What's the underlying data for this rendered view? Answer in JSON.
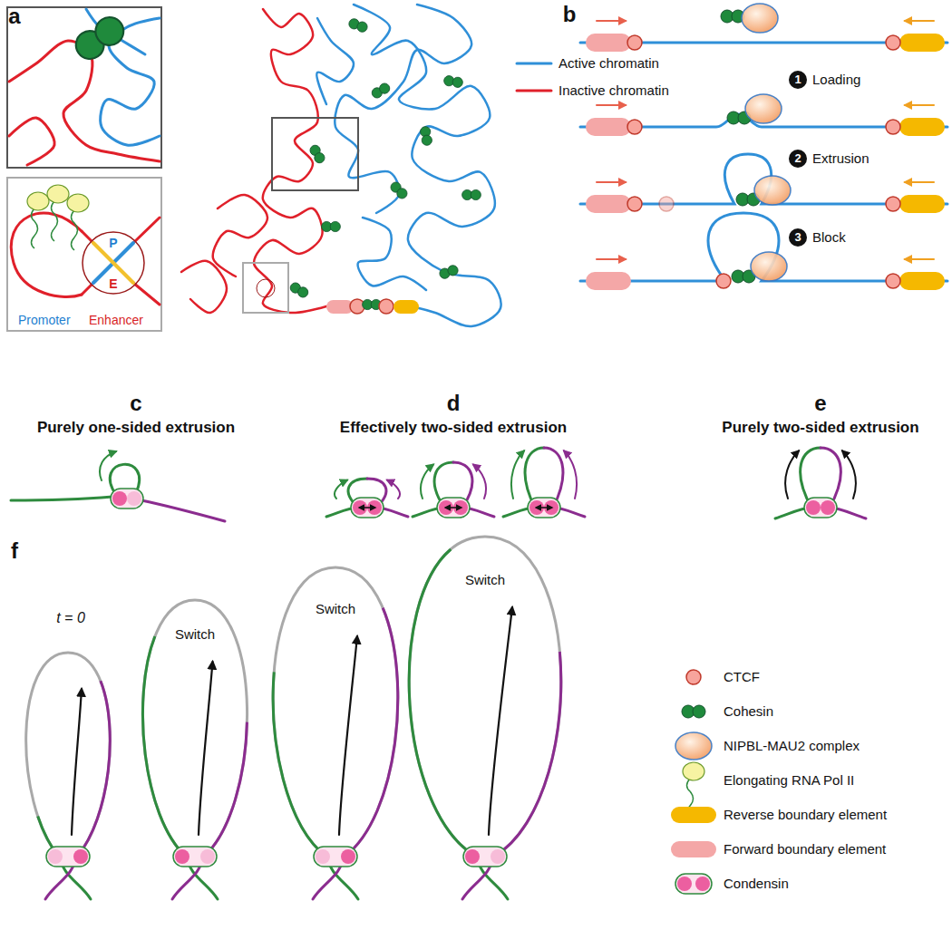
{
  "diagram": {
    "labels": [
      "a",
      "P",
      "E",
      "Promoter",
      "Enhancer",
      "b",
      "1",
      "Loading",
      "2",
      "Extrusion",
      "3",
      "Block",
      "c",
      "Purely one-sided extrusion",
      "d",
      "Effectively two-sided extrusion",
      "e",
      "Purely two-sided extrusion",
      "f",
      "t = 0",
      "Switch",
      "Switch",
      "Switch"
    ],
    "legend": [
      {
        "text": "Active chromatin"
      },
      {
        "text": "Inactive chromatin"
      },
      {
        "text": "CTCF"
      },
      {
        "text": "Cohesin"
      },
      {
        "text": "NIPBL-MAU2 complex"
      },
      {
        "text": "Elongating RNA Pol II"
      },
      {
        "text": "Reverse boundary element"
      },
      {
        "text": "Forward boundary element"
      },
      {
        "text": "Condensin"
      }
    ]
  }
}
